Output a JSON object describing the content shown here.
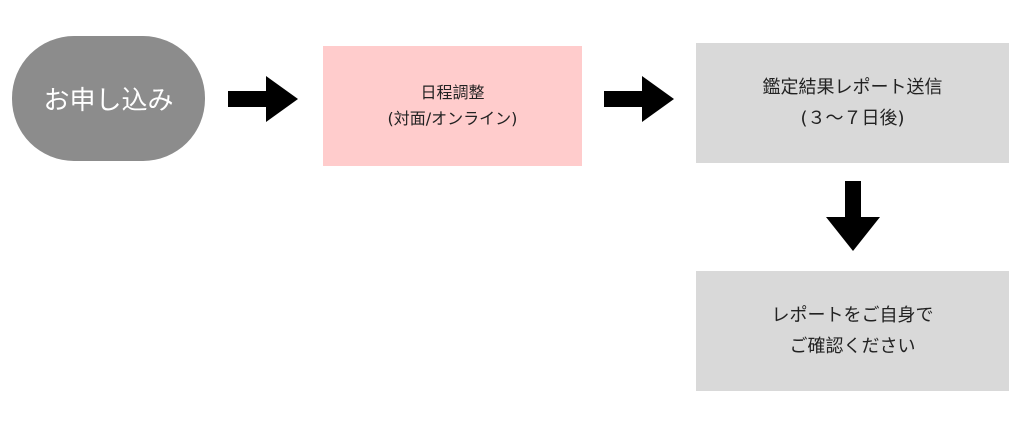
{
  "nodes": {
    "apply": {
      "line1": "お申し込み"
    },
    "schedule": {
      "line1": "日程調整",
      "line2": "(対面/オンライン)"
    },
    "report": {
      "line1": "鑑定結果レポート送信",
      "line2": "(３～７日後)"
    },
    "confirm": {
      "line1": "レポートをご自身で",
      "line2": "ご確認ください"
    }
  },
  "colors": {
    "apply_fill": "#8c8c8c",
    "schedule_fill": "#ffcccc",
    "report_fill": "#d9d9d9",
    "arrow": "#000000"
  },
  "arrow_icon": "arrow-icon"
}
